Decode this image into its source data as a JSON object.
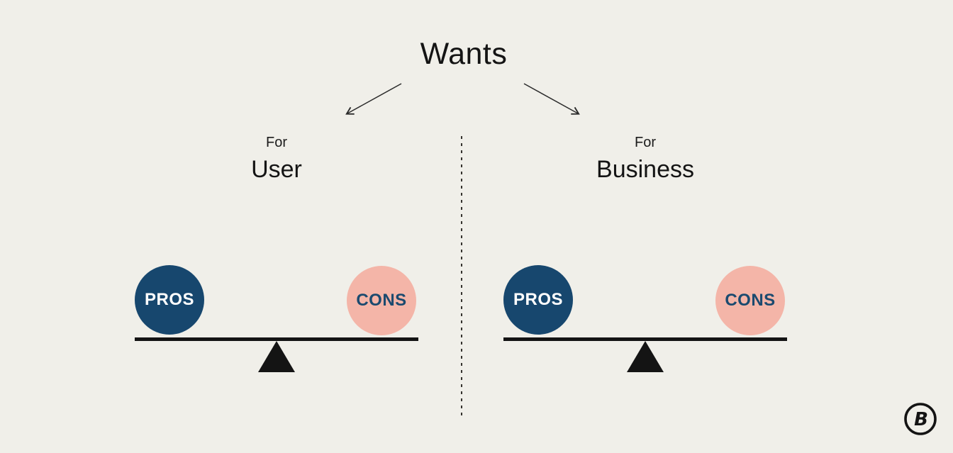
{
  "title": "Wants",
  "panels": [
    {
      "kicker": "For",
      "label": "User",
      "scale": {
        "pros": "PROS",
        "cons": "CONS"
      }
    },
    {
      "kicker": "For",
      "label": "Business",
      "scale": {
        "pros": "PROS",
        "cons": "CONS"
      }
    }
  ],
  "colors": {
    "background": "#F0EFE9",
    "navy": "#17476E",
    "pink": "#F4B5A8",
    "ink": "#141414"
  },
  "logo": {
    "letter": "B"
  }
}
